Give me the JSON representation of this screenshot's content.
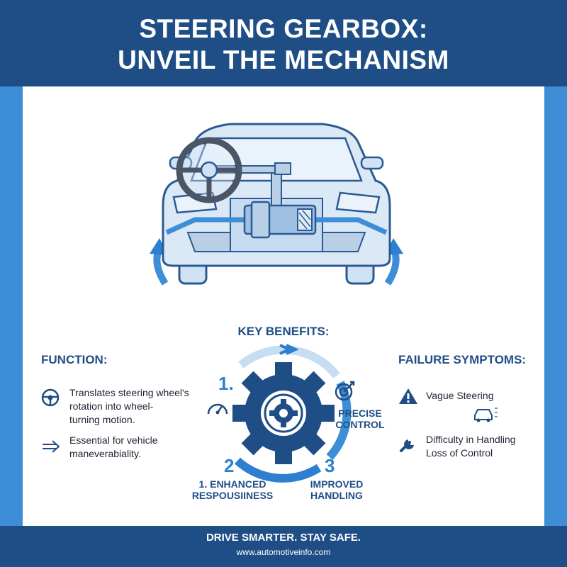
{
  "header": {
    "title_line1": "STEERING GEARBOX:",
    "title_line2": "UNVEIL THE MECHANISM"
  },
  "diagram": {
    "car_icon": "car-front-cutaway-icon",
    "steering_wheel_icon": "steering-wheel-icon",
    "gearbox_icon": "steering-gearbox-icon",
    "arrow_icons": [
      "arrow-up-left-icon",
      "arrow-up-right-icon"
    ]
  },
  "key_benefits": {
    "title": "KEY BENEFITS:",
    "gear_icon": "gear-icon",
    "items": [
      {
        "number": "1.",
        "label_line1": "1. ENHANCED",
        "label_line2": "RESPOUSIINESS",
        "icon": "speedometer-icon"
      },
      {
        "number": "2",
        "label_line1": "PRECISE",
        "label_line2": "CONTROL",
        "icon": "target-icon"
      },
      {
        "number": "3",
        "label_line1": "IMPROVED",
        "label_line2": "HANDLING",
        "icon": ""
      }
    ]
  },
  "function": {
    "title": "FUNCTION:",
    "items": [
      {
        "icon": "steering-wheel-icon",
        "lines": [
          "Translates steering wheel's",
          "rotation into wheel-",
          "turning motion."
        ]
      },
      {
        "icon": "double-arrow-right-icon",
        "lines": [
          "Essential for vehicle",
          "maneverabiality."
        ]
      }
    ]
  },
  "failure": {
    "title": "FAILURE SYMPTOMS:",
    "items": [
      {
        "icon": "warning-icon",
        "secondary_icon": "skidding-car-icon",
        "lines": [
          "Vague Steering"
        ]
      },
      {
        "icon": "wrench-icon",
        "lines": [
          "Difficulty in Handling",
          "Loss of Control"
        ]
      }
    ]
  },
  "footer": {
    "tagline": "DRIVE SMARTER. STAY SAFE.",
    "url": "www.automotiveinfo.com"
  },
  "colors": {
    "navy": "#1f4e86",
    "accent_blue": "#3d8ed6",
    "light_blue": "#cfe3f5",
    "text": "#1d2433"
  }
}
